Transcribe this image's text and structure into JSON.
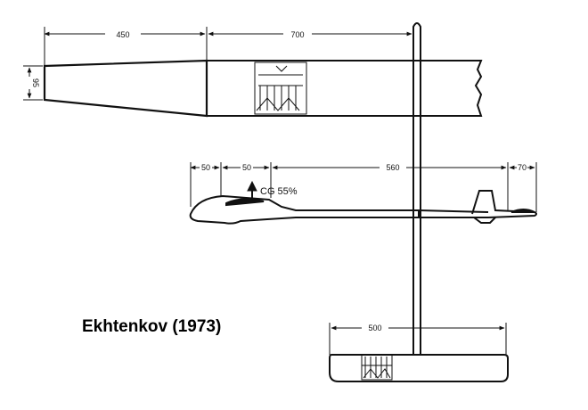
{
  "caption": "Ekhtenkov (1973)",
  "cg_label": "CG 55%",
  "dimensions": {
    "wing_tip_length": "450",
    "wing_center_length": "700",
    "wing_chord": "95",
    "fuselage_seg_1": "50",
    "fuselage_seg_2": "50",
    "fuselage_seg_3": "560",
    "fuselage_seg_4": "70",
    "stabilizer_span": "500"
  },
  "colors": {
    "ink": "#111111",
    "paper": "#ffffff"
  }
}
